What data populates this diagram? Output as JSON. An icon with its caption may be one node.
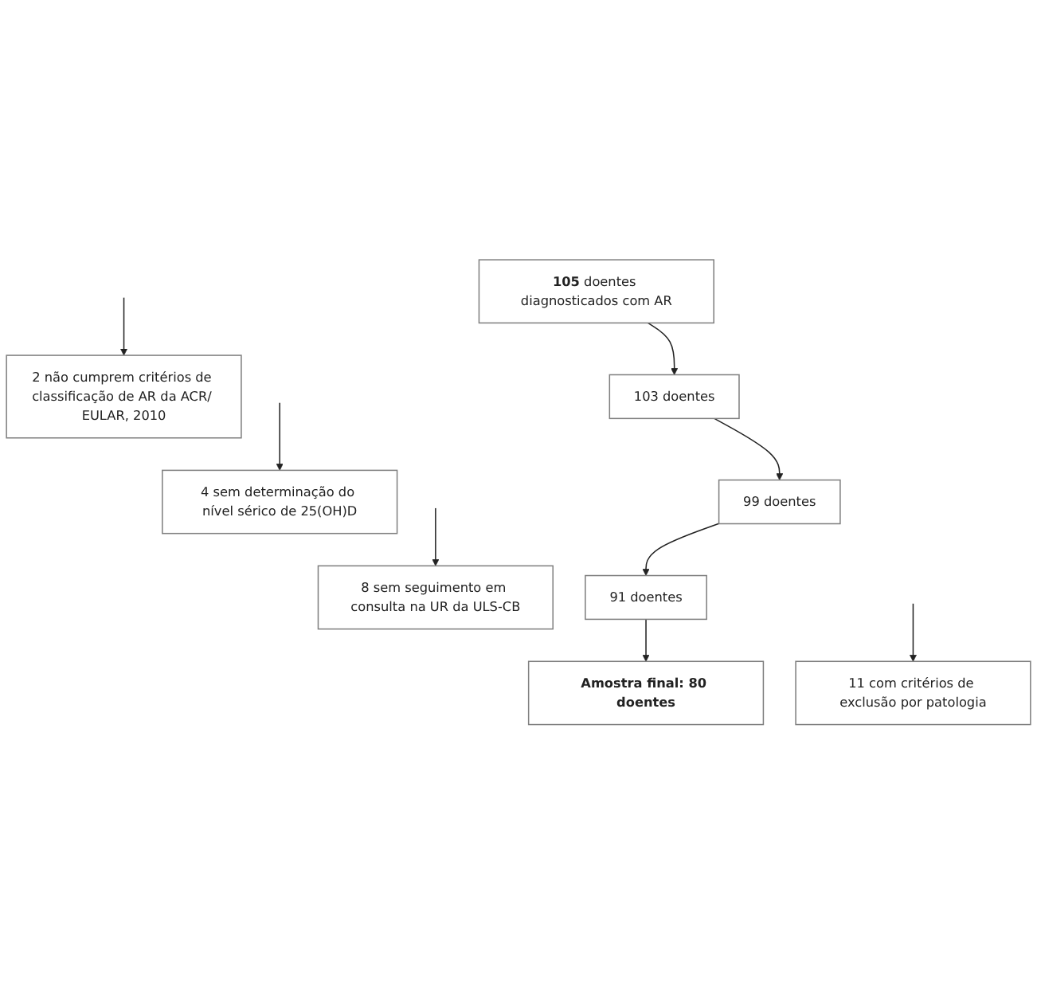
{
  "diagram": {
    "nodes": [
      {
        "text": [
          "**105** doentes diagnosticados com AR"
        ]
      },
      {
        "text": [
          "2 não cumprem critérios de classificação de AR da ACR/ EULAR, 2010"
        ]
      },
      {
        "text": [
          "103 doentes"
        ]
      },
      {
        "text": [
          "4 sem determinação do nível sérico de 25(OH)D"
        ]
      },
      {
        "text": [
          "99 doentes"
        ]
      },
      {
        "text": [
          "8 sem seguimento em consulta na UR da ULS-CB"
        ]
      },
      {
        "text": [
          "91 doentes"
        ]
      },
      {
        "text": [
          "11 com critérios de exclusão por patologia"
        ]
      },
      {
        "text": [
          "Amostra final: 80 doentes"
        ]
      }
    ],
    "edges": [
      {
        "from": 0,
        "to": 2,
        "arrow": "to"
      },
      {
        "from": null,
        "to": 1,
        "arrow": "to"
      },
      {
        "from": 2,
        "to": 4,
        "arrow": "to"
      },
      {
        "from": null,
        "to": 3,
        "arrow": "to"
      },
      {
        "from": 4,
        "to": 6,
        "arrow": "to"
      },
      {
        "from": null,
        "to": 5,
        "arrow": "to"
      },
      {
        "from": 6,
        "to": 8,
        "arrow": "to"
      },
      {
        "from": null,
        "to": 7,
        "arrow": "to"
      }
    ]
  }
}
